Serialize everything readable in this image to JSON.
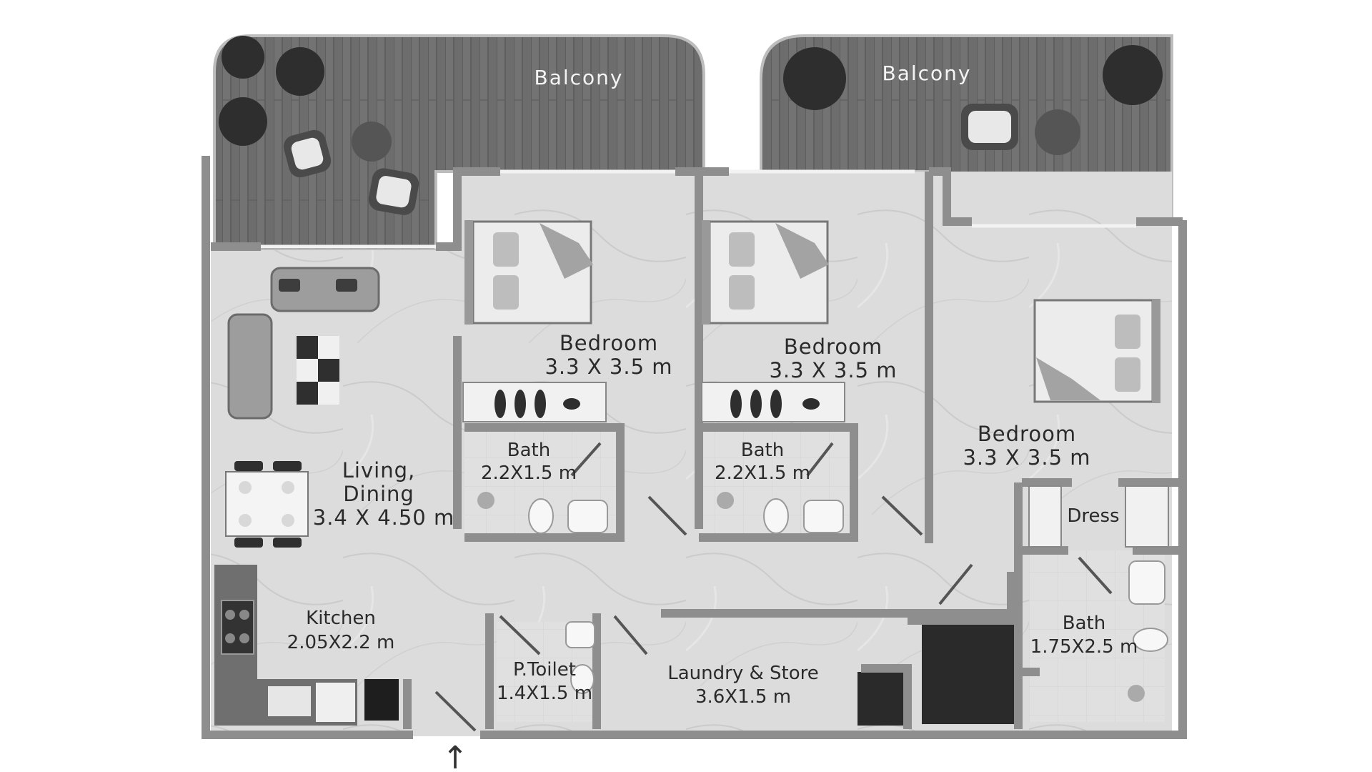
{
  "floor_plan": {
    "balconies": [
      {
        "label": "Balcony"
      },
      {
        "label": "Balcony"
      }
    ],
    "rooms": {
      "living": {
        "name_line1": "Living,",
        "name_line2": "Dining",
        "size": "3.4 X 4.50 m"
      },
      "kitchen": {
        "name": "Kitchen",
        "size": "2.05X2.2 m"
      },
      "bedroom1": {
        "name": "Bedroom",
        "size": "3.3 X 3.5 m"
      },
      "bedroom2": {
        "name": "Bedroom",
        "size": "3.3 X 3.5 m"
      },
      "bedroom3": {
        "name": "Bedroom",
        "size": "3.3 X 3.5 m"
      },
      "bath1": {
        "name": "Bath",
        "size": "2.2X1.5 m"
      },
      "bath2": {
        "name": "Bath",
        "size": "2.2X1.5 m"
      },
      "bath3": {
        "name": "Bath",
        "size": "1.75X2.5 m"
      },
      "dress": {
        "name": "Dress"
      },
      "ptoilet": {
        "name": "P.Toilet",
        "size": "1.4X1.5 m"
      },
      "laundry": {
        "name": "Laundry & Store",
        "size": "3.6X1.5 m"
      }
    },
    "entrance_arrow": "↑"
  }
}
